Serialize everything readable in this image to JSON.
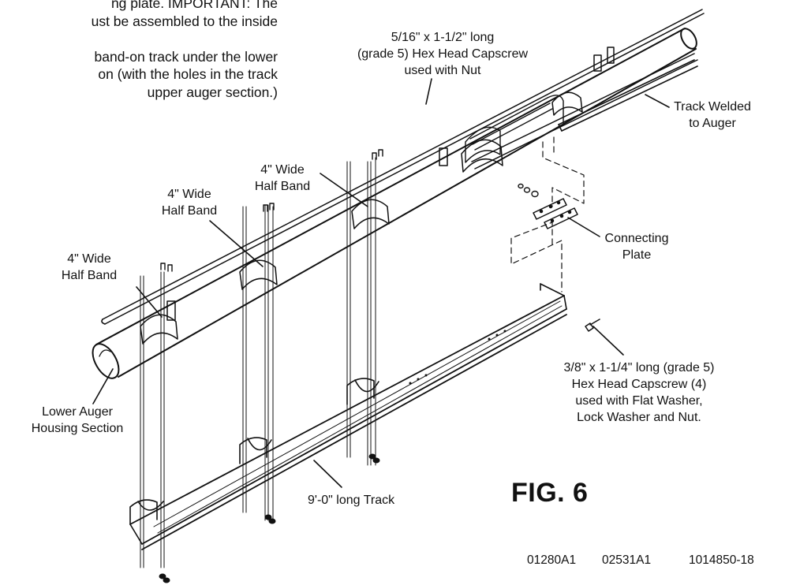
{
  "intro_lines": [
    "ng plate. IMPORTANT: The",
    "ust be assembled to the inside",
    "",
    "band-on track under the lower",
    "on (with the holes in the track",
    "upper auger section.)"
  ],
  "labels": {
    "capscrew_516": [
      "5/16\" x 1-1/2\" long",
      "(grade 5) Hex Head Capscrew",
      "used with Nut"
    ],
    "track_welded": [
      "Track Welded",
      "to Auger"
    ],
    "half_band_1": [
      "4\" Wide",
      "Half Band"
    ],
    "half_band_2": [
      "4\" Wide",
      "Half Band"
    ],
    "half_band_3": [
      "4\" Wide",
      "Half Band"
    ],
    "connecting_plate": [
      "Connecting",
      "Plate"
    ],
    "capscrew_38": [
      "3/8\" x 1-1/4\" long (grade 5)",
      "Hex Head Capscrew (4)",
      "used with Flat Washer,",
      "Lock Washer and Nut."
    ],
    "lower_auger": [
      "Lower Auger",
      "Housing Section"
    ],
    "track_9ft": "9'-0\" long Track"
  },
  "figure_title": "FIG. 6",
  "part_codes": [
    "01280A1",
    "02531A1",
    "1014850-18"
  ]
}
